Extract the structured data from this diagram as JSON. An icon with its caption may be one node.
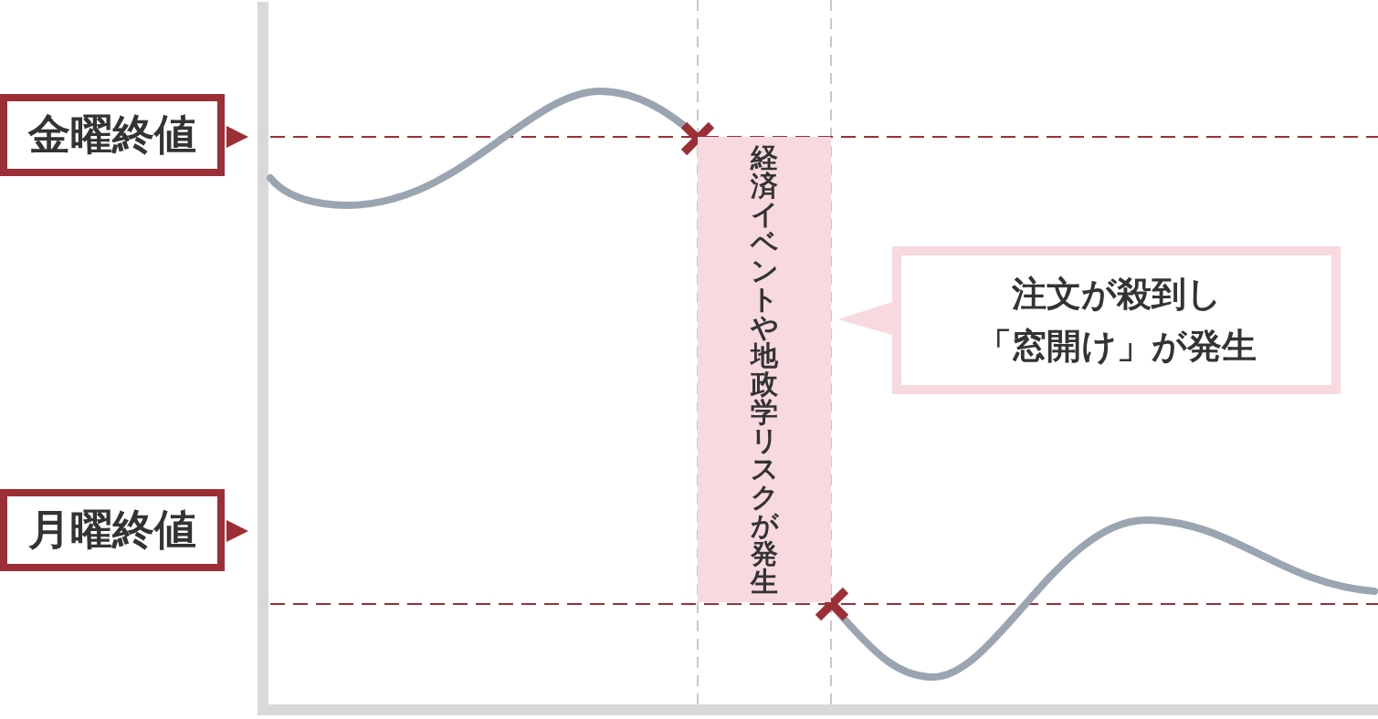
{
  "diagram": {
    "nodes": [
      {
        "text": [
          "金曜終値"
        ]
      },
      {
        "text": [
          "月曜終値"
        ]
      },
      {
        "text": [
          "経済イベントや地政学リスクが発生"
        ]
      },
      {
        "text": [
          "注文が殺到し「窓開け」が発生"
        ]
      }
    ]
  }
}
